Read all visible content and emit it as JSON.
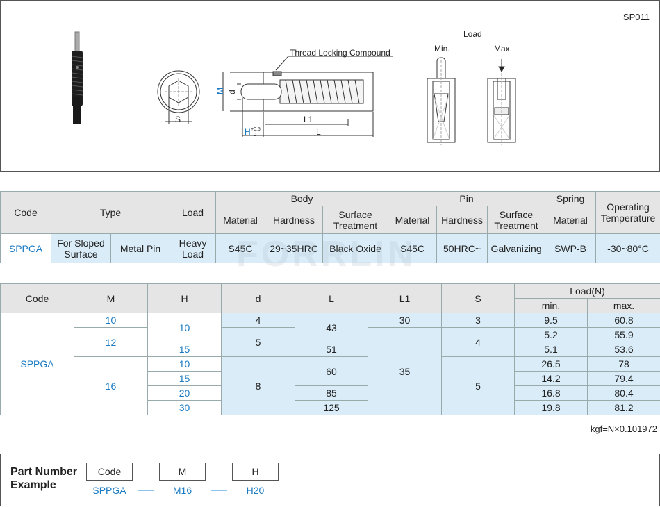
{
  "drawing": {
    "code": "SP011",
    "labels": {
      "thread_locking": "Thread Locking Compound",
      "load": "Load",
      "min": "Min.",
      "max": "Max.",
      "s": "S",
      "m": "M",
      "d": "d",
      "l1": "L1",
      "l": "L",
      "h": "H",
      "h_tol_plus": "+0.5",
      "h_tol_zero": "0"
    }
  },
  "spec_table": {
    "headers": {
      "code": "Code",
      "type": "Type",
      "load": "Load",
      "body": "Body",
      "pin": "Pin",
      "spring": "Spring",
      "op_temp": "Operating Temperature",
      "material": "Material",
      "hardness": "Hardness",
      "surface": "Surface Treatment"
    },
    "row": {
      "code": "SPPGA",
      "type1": "For Sloped Surface",
      "type2": "Metal Pin",
      "load": "Heavy Load",
      "body_material": "S45C",
      "body_hardness": "29~35HRC",
      "body_surface": "Black Oxide",
      "pin_material": "S45C",
      "pin_hardness": "50HRC~",
      "pin_surface": "Galvanizing",
      "spring_material": "SWP-B",
      "op_temp": "-30~80°C"
    }
  },
  "dim_table": {
    "headers": {
      "code": "Code",
      "m": "M",
      "h": "H",
      "d": "d",
      "l": "L",
      "l1": "L1",
      "s": "S",
      "load": "Load(N)",
      "min": "min.",
      "max": "max."
    },
    "code": "SPPGA",
    "m": [
      "10",
      "12",
      "16"
    ],
    "h": [
      "10",
      "15",
      "10",
      "15",
      "20",
      "30"
    ],
    "d": [
      "4",
      "5",
      "8"
    ],
    "l": [
      "43",
      "51",
      "60",
      "85",
      "125"
    ],
    "l1": [
      "30",
      "35"
    ],
    "s": [
      "3",
      "4",
      "5"
    ],
    "load_min": [
      "9.5",
      "5.2",
      "5.1",
      "26.5",
      "14.2",
      "16.8",
      "19.8"
    ],
    "load_max": [
      "60.8",
      "55.9",
      "53.6",
      "78",
      "79.4",
      "80.4",
      "81.2"
    ]
  },
  "note": "kgf=N×0.101972",
  "watermark": "FORRLIN",
  "part_number": {
    "title": "Part Number Example",
    "boxes": [
      "Code",
      "M",
      "H"
    ],
    "values": [
      "SPPGA",
      "M16",
      "H20"
    ]
  }
}
